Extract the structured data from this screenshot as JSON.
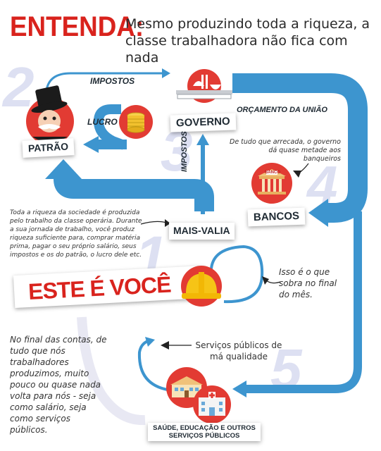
{
  "title": {
    "main": "ENTENDA:",
    "subtitle": "Mesmo produzindo toda a riqueza, a classe trabalhadora não fica com nada"
  },
  "steps": [
    "1",
    "2",
    "3",
    "4",
    "5"
  ],
  "nodes": {
    "patrao": "PATRÃO",
    "governo": "GOVERNO",
    "bancos": "BANCOS",
    "mais_valia": "MAIS-VALIA",
    "voce": "ESTE É VOCÊ",
    "servicos": "SAÚDE, EDUCAÇÃO E OUTROS SERVIÇOS PÚBLICOS",
    "banco_sign": "BANCO"
  },
  "flows": {
    "impostos_top": "IMPOSTOS",
    "lucro": "LUCRO",
    "impostos_vertical": "IMPOSTOS",
    "orcamento": "ORÇAMENTO DA UNIÃO"
  },
  "notes": {
    "governo_bancos": "De tudo que arrecada, o governo dá quase metade aos banqueiros",
    "riqueza": "Toda a riqueza da sociedade é produzida pelo trabalho da classe operária. Durante a sua jornada de trabalho, você produz riqueza suficiente para, comprar matéria prima, pagar o seu próprio salário, seus impostos e os do patrão, o lucro dele etc.",
    "sobra": "Isso é o que sobra no final do mês.",
    "servicos_ma_qualidade": "Serviços públicos de má qualidade",
    "final_contas": "No final das contas, de tudo que nós trabalhadores produzimos, muito pouco ou quase nada volta para nós - seja como salário, seja como serviços públicos."
  },
  "colors": {
    "accent_red": "#d9231d",
    "flow_blue": "#3d95cf",
    "number_lavender": "#dde0f2",
    "helmet_yellow": "#f6c416"
  },
  "icons": [
    "top-hat-man-icon",
    "gold-coins-icon",
    "congress-building-icon",
    "bank-building-icon",
    "hard-hat-icon",
    "school-building-icon",
    "hospital-building-icon"
  ]
}
